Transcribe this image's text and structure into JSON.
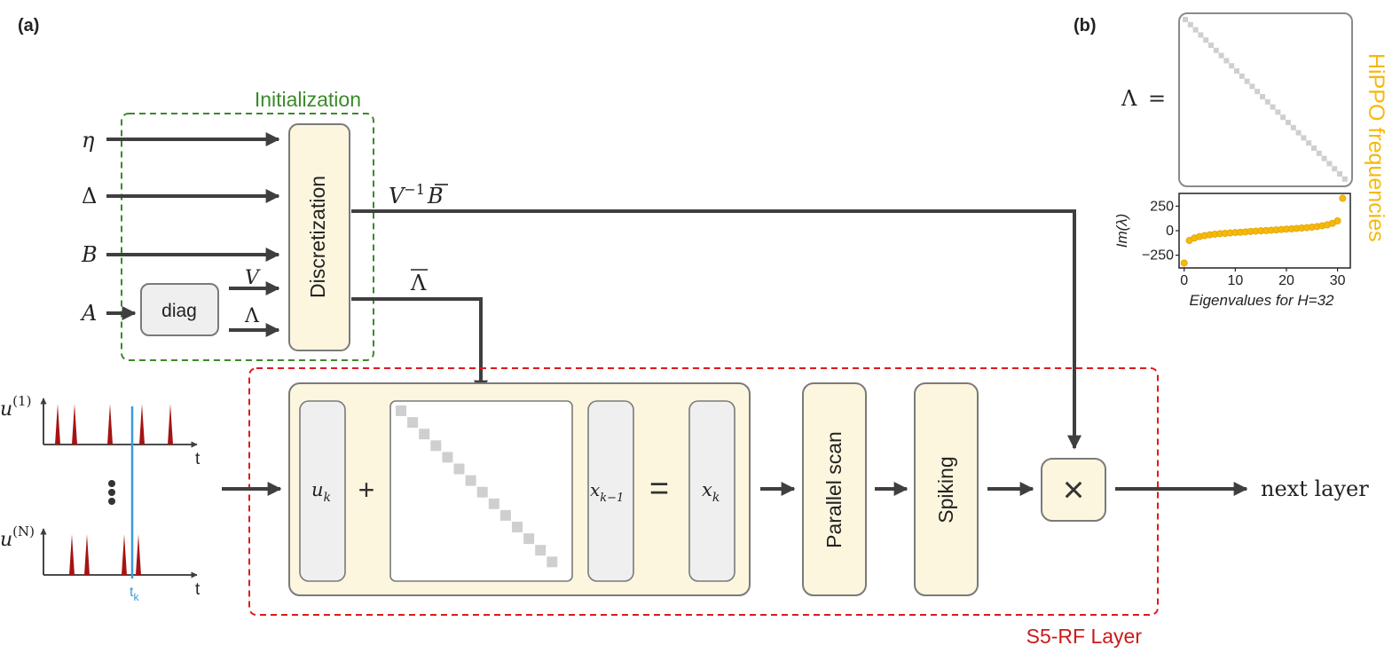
{
  "panels": {
    "a": "(a)",
    "b": "(b)"
  },
  "colors": {
    "arrow": "#3f3f3f",
    "box_fill": "#fdf6df",
    "box_stroke": "#7a7a7a",
    "gray_box": "#efefef",
    "init_border": "#3a8a2a",
    "layer_border": "#e0191d",
    "spike": "#a61313",
    "time_marker": "#3a9ad9",
    "hippo": "#f5b90c",
    "diag_cell": "#cfcfcf"
  },
  "initialization": {
    "title": "Initialization",
    "inputs": {
      "eta": "η",
      "delta": "Δ",
      "b": "B",
      "a": "A"
    },
    "diag_box": "diag",
    "v_label": "V",
    "lambda_label": "Λ",
    "discretization": "Discretization"
  },
  "outputs": {
    "vinv_b_main": "V",
    "vinv_b_sup": "−1",
    "vinv_b_b": "B",
    "lambda_bar": "Λ"
  },
  "input_signals": {
    "u1_base": "u",
    "u1_sup": "(1)",
    "un_base": "u",
    "un_sup": "(N)",
    "t_label": "t",
    "tk_base": "t",
    "tk_sub": "k"
  },
  "layer": {
    "title": "S5-RF Layer",
    "uk_base": "u",
    "uk_sub": "k",
    "plus": "+",
    "xk1_base": "x",
    "xk1_sub": "k−1",
    "equals": "=",
    "xk_base": "x",
    "xk_sub": "k",
    "parallel_scan": "Parallel scan",
    "spiking": "Spiking",
    "multiply": "×",
    "next_layer": "next layer"
  },
  "panel_b": {
    "lambda_eq": "Λ",
    "eq_sign": "=",
    "side_label": "HiPPO frequencies"
  },
  "chart_data": {
    "type": "scatter",
    "title": "",
    "xlabel": "Eigenvalues for H=32",
    "ylabel": "Im(λ)",
    "xticks": [
      "0",
      "10",
      "20",
      "30"
    ],
    "yticks": [
      "250",
      "0",
      "−250"
    ],
    "xlim": [
      -1,
      32.5
    ],
    "ylim": [
      -380,
      380
    ],
    "grid": false,
    "series": [
      {
        "x": [
          0,
          1,
          2,
          3,
          4,
          5,
          6,
          7,
          8,
          9,
          10,
          11,
          12,
          13,
          14,
          15,
          16,
          17,
          18,
          19,
          20,
          21,
          22,
          23,
          24,
          25,
          26,
          27,
          28,
          29,
          30,
          31
        ],
        "values": [
          -330,
          -100,
          -75,
          -60,
          -50,
          -42,
          -36,
          -31,
          -27,
          -23,
          -19,
          -16,
          -12,
          -8,
          -4,
          -1,
          1,
          4,
          8,
          12,
          16,
          19,
          23,
          27,
          31,
          36,
          42,
          50,
          60,
          75,
          100,
          330
        ]
      }
    ]
  }
}
